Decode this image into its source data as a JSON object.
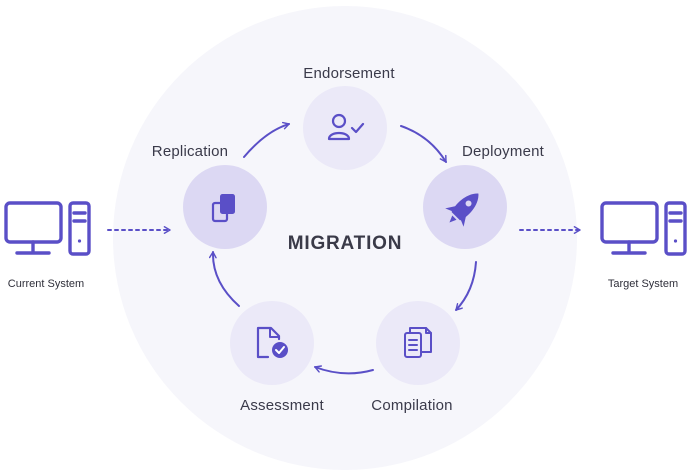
{
  "title": "MIGRATION",
  "steps": {
    "endorsement": "Endorsement",
    "deployment": "Deployment",
    "compilation": "Compilation",
    "assessment": "Assessment",
    "replication": "Replication"
  },
  "systems": {
    "current": "Current System",
    "target": "Target System"
  },
  "colors": {
    "accent": "#5a4fc7",
    "node_light": "#ebe9f8",
    "node_strong": "#dcd8f3",
    "background_circle": "#f6f6fb",
    "text": "#3a3a4a"
  },
  "icons": {
    "endorsement": "user-check-icon",
    "deployment": "rocket-icon",
    "compilation": "documents-stack-icon",
    "assessment": "file-check-icon",
    "replication": "copy-icon",
    "current_system": "desktop-computer-icon",
    "target_system": "desktop-computer-icon"
  }
}
